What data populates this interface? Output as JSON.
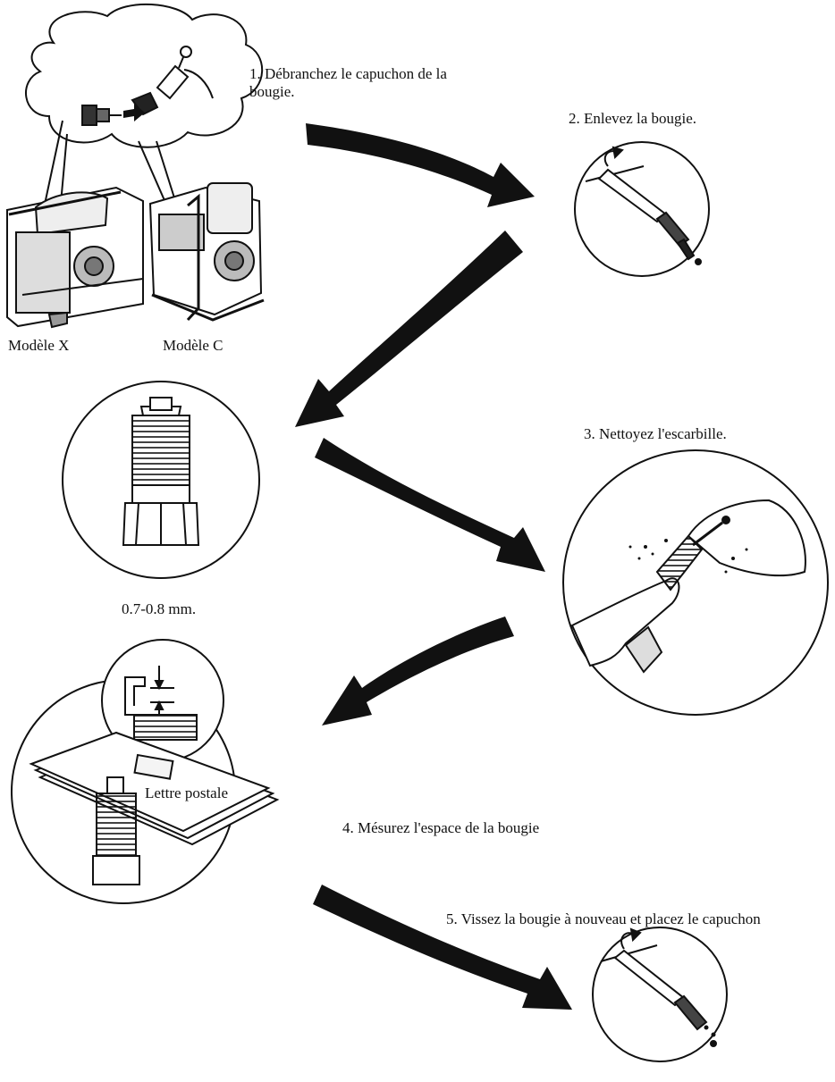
{
  "steps": {
    "step1_line1": "1. Débranchez le capuchon de la",
    "step1_line2": "bougie.",
    "step2": "2. Enlevez la bougie.",
    "step3": "3. Nettoyez l'escarbille.",
    "step4": "4. Mésurez l'espace de la bougie",
    "step5": "5. Vissez la bougie à nouveau et placez le capuchon"
  },
  "labels": {
    "model_x": "Modèle X",
    "model_c": "Modèle C",
    "gap": "0.7-0.8 mm.",
    "postcard": "Lettre postale"
  }
}
